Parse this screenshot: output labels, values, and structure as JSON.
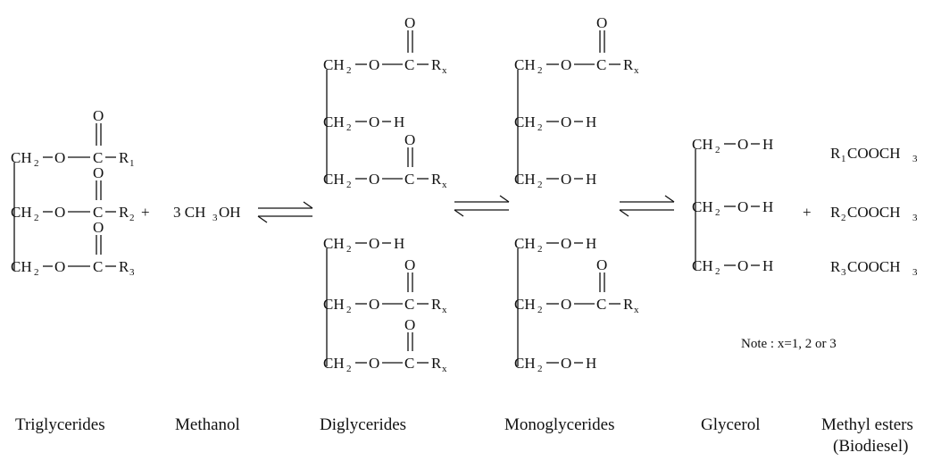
{
  "scheme": {
    "atoms": {
      "ch2": "CH",
      "two": "2",
      "o": "O",
      "c": "C",
      "h": "H",
      "r": "R"
    },
    "triglyceride_subs": [
      "1",
      "2",
      "3"
    ],
    "rx_sub": "x",
    "plus": "+",
    "methanol_formula": "3 CH",
    "methanol_suffix": "OH",
    "methanol_sub": "3",
    "ester_rows": [
      {
        "sub": "1",
        "rest": "COOCH",
        "tail": "3"
      },
      {
        "sub": "2",
        "rest": "COOCH",
        "tail": "3"
      },
      {
        "sub": "3",
        "rest": "COOCH",
        "tail": "3"
      }
    ],
    "note": "Note : x=1, 2 or 3"
  },
  "captions": {
    "triglycerides": "Triglycerides",
    "methanol": "Methanol",
    "diglycerides": "Diglycerides",
    "monoglycerides": "Monoglycerides",
    "glycerol": "Glycerol",
    "methyl_esters": "Methyl esters",
    "biodiesel": "(Biodiesel)"
  }
}
